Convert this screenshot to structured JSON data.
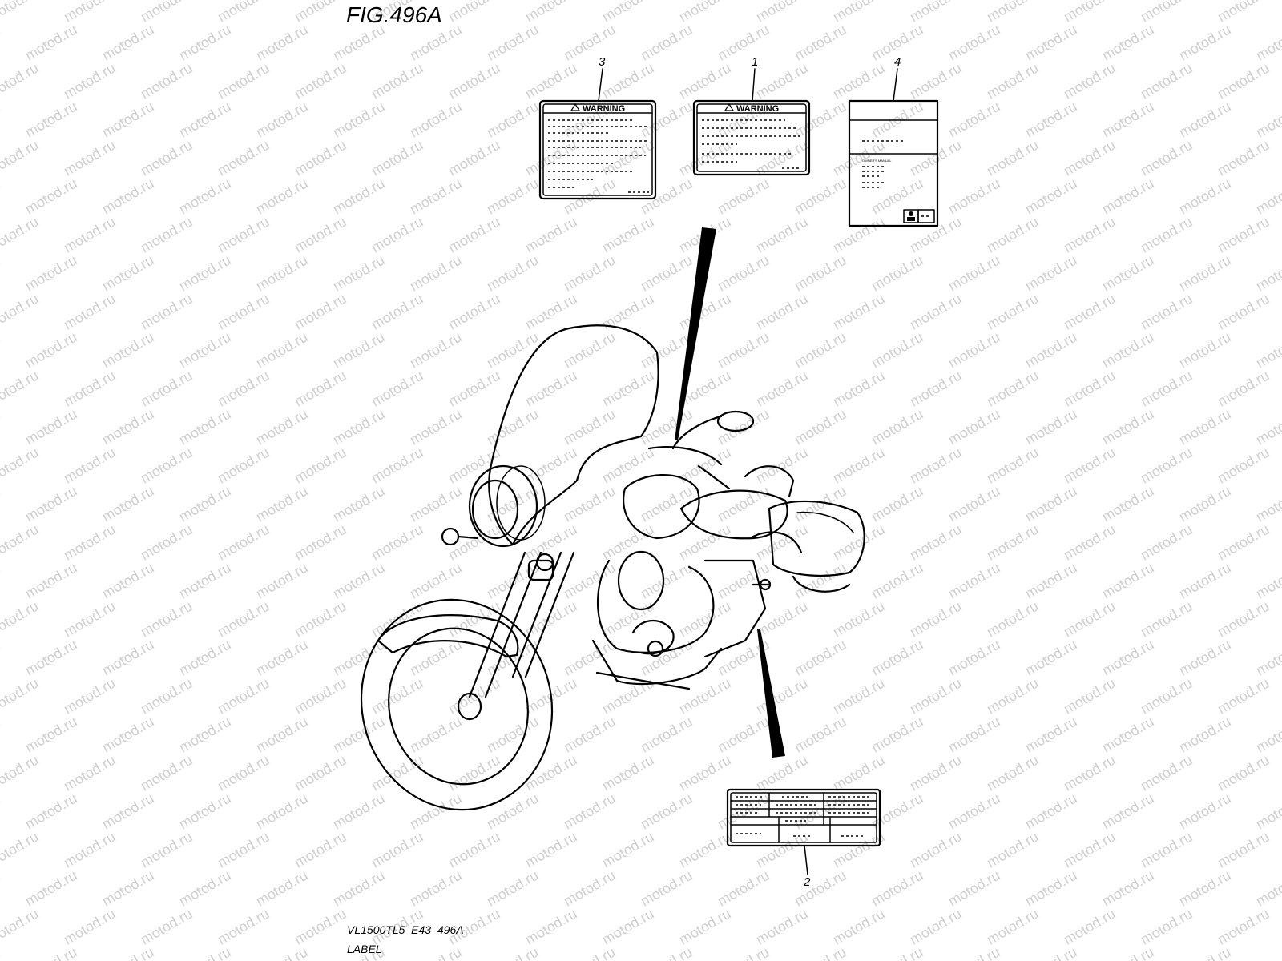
{
  "figure": {
    "title": "FIG.496A",
    "code": "VL1500TL5_E43_496A",
    "name": "LABEL"
  },
  "watermark": "motod.ru",
  "callouts": [
    "1",
    "2",
    "3",
    "4"
  ],
  "labels": {
    "warning_1": {
      "heading": "WARNING"
    },
    "warning_3": {
      "heading": "WARNING"
    },
    "manual_4": {
      "heading": "OWNER'S MANUAL"
    }
  }
}
